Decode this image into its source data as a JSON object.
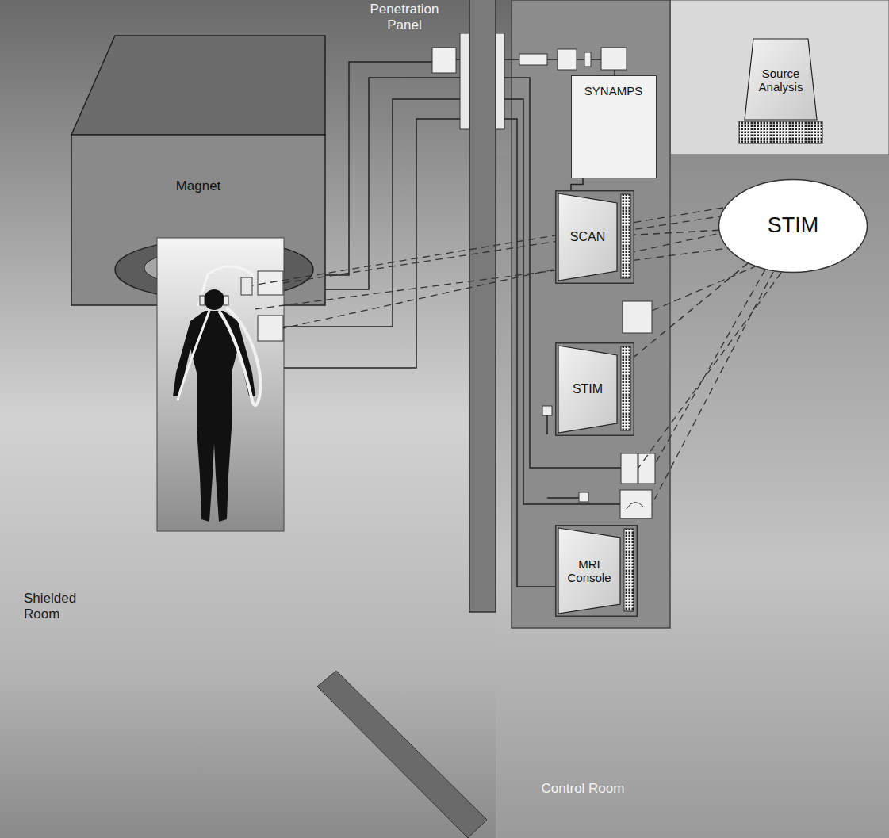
{
  "diagram": {
    "nodes": [
      {
        "text": [
          "Magnet"
        ]
      },
      {
        "text": [
          "SYNAMPS"
        ]
      },
      {
        "text": [
          "Source Analysis"
        ]
      },
      {
        "text": [
          "SCAN"
        ]
      },
      {
        "text": [
          "STIM"
        ]
      },
      {
        "text": [
          "STIM"
        ]
      },
      {
        "text": [
          "MRI Console"
        ]
      }
    ],
    "edges": [
      {
        "from": 1,
        "to": 3,
        "arrow": "none"
      },
      {
        "from": 4,
        "to": 3,
        "arrow": "none"
      },
      {
        "from": 4,
        "to": 5,
        "arrow": "none"
      }
    ],
    "labels": [
      "Penetration Panel",
      "Shielded Room",
      "Control Room"
    ]
  }
}
